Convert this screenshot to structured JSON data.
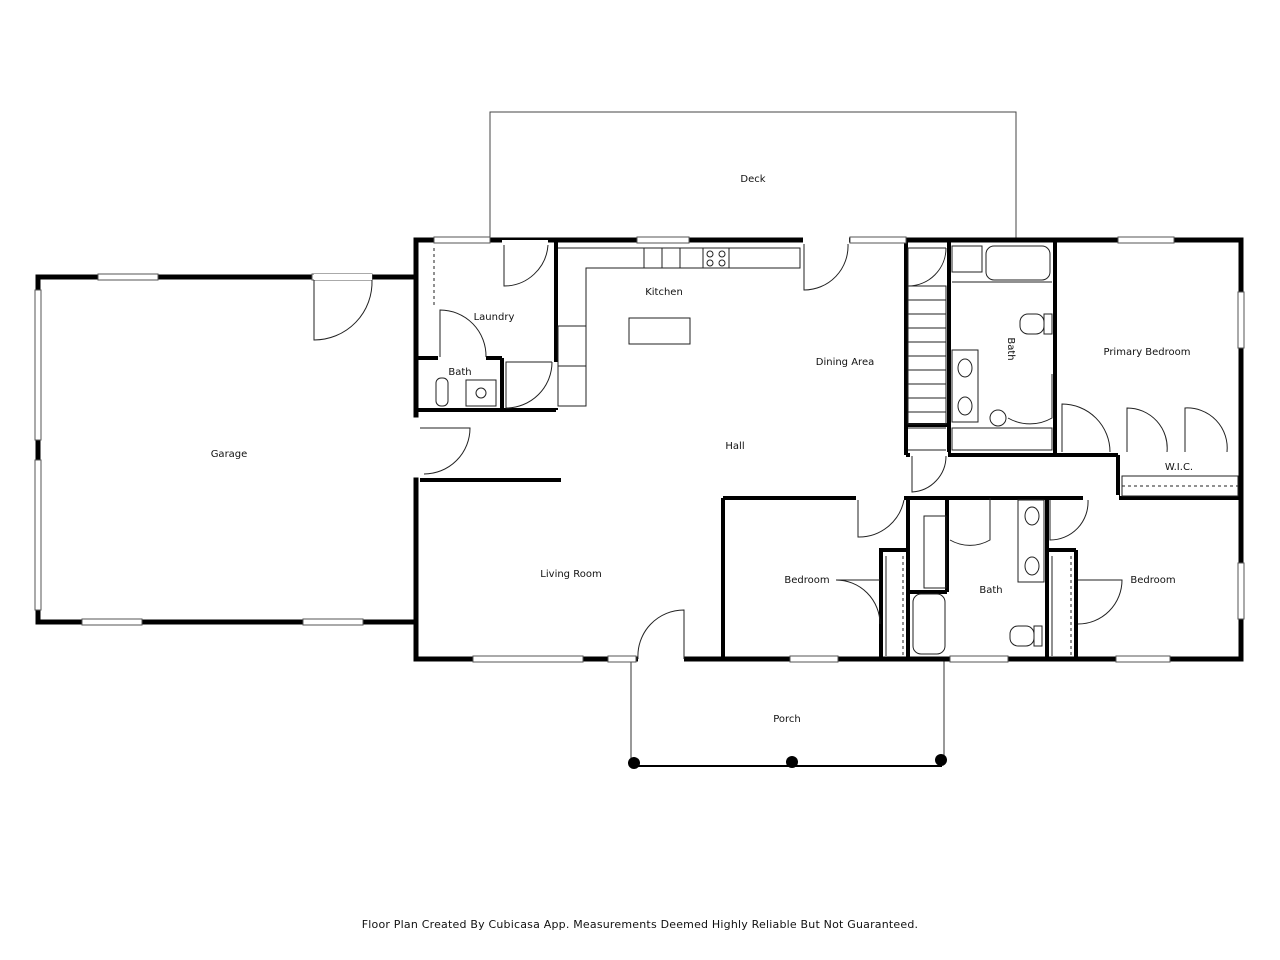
{
  "rooms": {
    "deck": "Deck",
    "garage": "Garage",
    "laundry": "Laundry",
    "half_bath": "Bath",
    "kitchen": "Kitchen",
    "dining_area": "Dining Area",
    "hall": "Hall",
    "living_room": "Living Room",
    "bedroom_middle": "Bedroom",
    "bath_center": "Bath",
    "bedroom_right": "Bedroom",
    "primary_bath": "Bath",
    "primary_bedroom": "Primary Bedroom",
    "wic": "W.I.C.",
    "porch": "Porch"
  },
  "caption": "Floor Plan Created By Cubicasa App. Measurements Deemed Highly Reliable But Not Guaranteed.",
  "colors": {
    "wall": "#000000",
    "thin": "#333333",
    "background": "#ffffff"
  }
}
